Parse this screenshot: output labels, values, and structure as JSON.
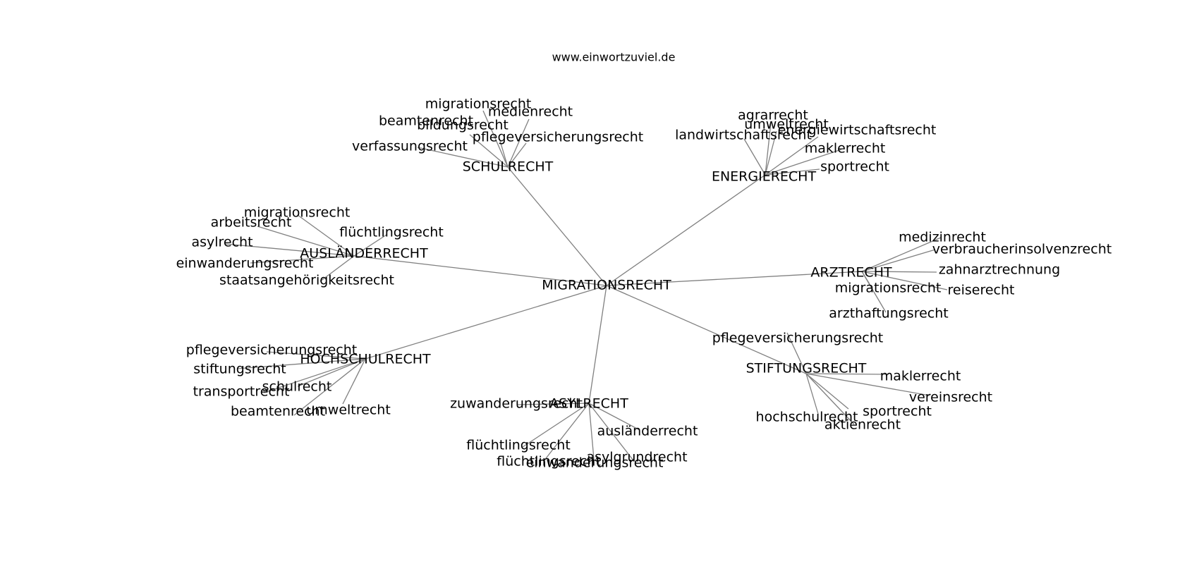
{
  "credit": "www.einwortzuviel.de",
  "center": {
    "label": "MIGRATIONSRECHT"
  },
  "clusters": [
    {
      "label": "SCHULRECHT",
      "leaves": [
        "migrationsrecht",
        "medienrecht",
        "beamtenrecht",
        "bildungsrecht",
        "pflegeversicherungsrecht",
        "verfassungsrecht"
      ]
    },
    {
      "label": "ENERGIERECHT",
      "leaves": [
        "agrarrecht",
        "umweltrecht",
        "energiewirtschaftsrecht",
        "landwirtschaftsrecht",
        "maklerrecht",
        "sportrecht"
      ]
    },
    {
      "label": "AUSLÄNDERRECHT",
      "leaves": [
        "migrationsrecht",
        "arbeitsrecht",
        "flüchtlingsrecht",
        "asylrecht",
        "einwanderungsrecht",
        "staatsangehörigkeitsrecht"
      ]
    },
    {
      "label": "ARZTRECHT",
      "leaves": [
        "medizinrecht",
        "verbraucherinsolvenzrecht",
        "zahnarztrechnung",
        "migrationsrecht",
        "reiserecht",
        "arzthaftungsrecht"
      ]
    },
    {
      "label": "HOCHSCHULRECHT",
      "leaves": [
        "pflegeversicherungsrecht",
        "stiftungsrecht",
        "schulrecht",
        "transportrecht",
        "beamtenrecht",
        "umweltrecht"
      ]
    },
    {
      "label": "ASYLRECHT",
      "leaves": [
        "zuwanderungsrecht",
        "ausländerrecht",
        "flüchtlingsrecht",
        "asylgrundrecht",
        "flüchtlingsrecht",
        "einwanderungsrecht"
      ]
    },
    {
      "label": "STIFTUNGSRECHT",
      "leaves": [
        "pflegeversicherungsrecht",
        "maklerrecht",
        "vereinsrecht",
        "hochschulrecht",
        "sportrecht",
        "aktienrecht"
      ]
    }
  ]
}
